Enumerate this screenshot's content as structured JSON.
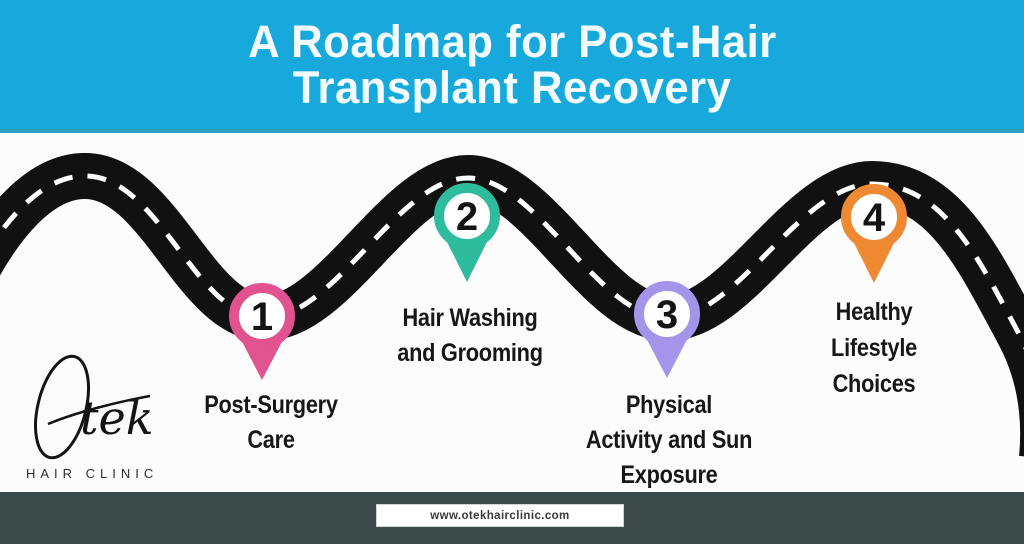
{
  "header": {
    "title_line1": "A Roadmap for Post-Hair",
    "title_line2": "Transplant Recovery"
  },
  "colors": {
    "header_bg": "#18a9dc",
    "header_edge": "#2d9ec4",
    "road": "#111111",
    "road_dash": "#ffffff",
    "label_text": "#171717",
    "footer_bar": "#3d4a4a",
    "background": "#fcfcfc"
  },
  "roadmap": {
    "stops": [
      {
        "number": "1",
        "color": "#e0538e",
        "icon": "map-pin-icon",
        "label_lines": [
          "Post-Surgery",
          "Care"
        ]
      },
      {
        "number": "2",
        "color": "#2fbc9d",
        "icon": "map-pin-icon",
        "label_lines": [
          "Hair Washing",
          "and Grooming"
        ]
      },
      {
        "number": "3",
        "color": "#a495ea",
        "icon": "map-pin-icon",
        "label_lines": [
          "Physical",
          "Activity and Sun",
          "Exposure"
        ]
      },
      {
        "number": "4",
        "color": "#ef8a33",
        "icon": "map-pin-icon",
        "label_lines": [
          "Healthy",
          "Lifestyle",
          "Choices"
        ]
      }
    ]
  },
  "logo": {
    "signature": "Otek",
    "signature_tail_text": "tek",
    "subtitle": "HAIR CLINIC"
  },
  "footer": {
    "url": "www.otekhairclinic.com"
  }
}
